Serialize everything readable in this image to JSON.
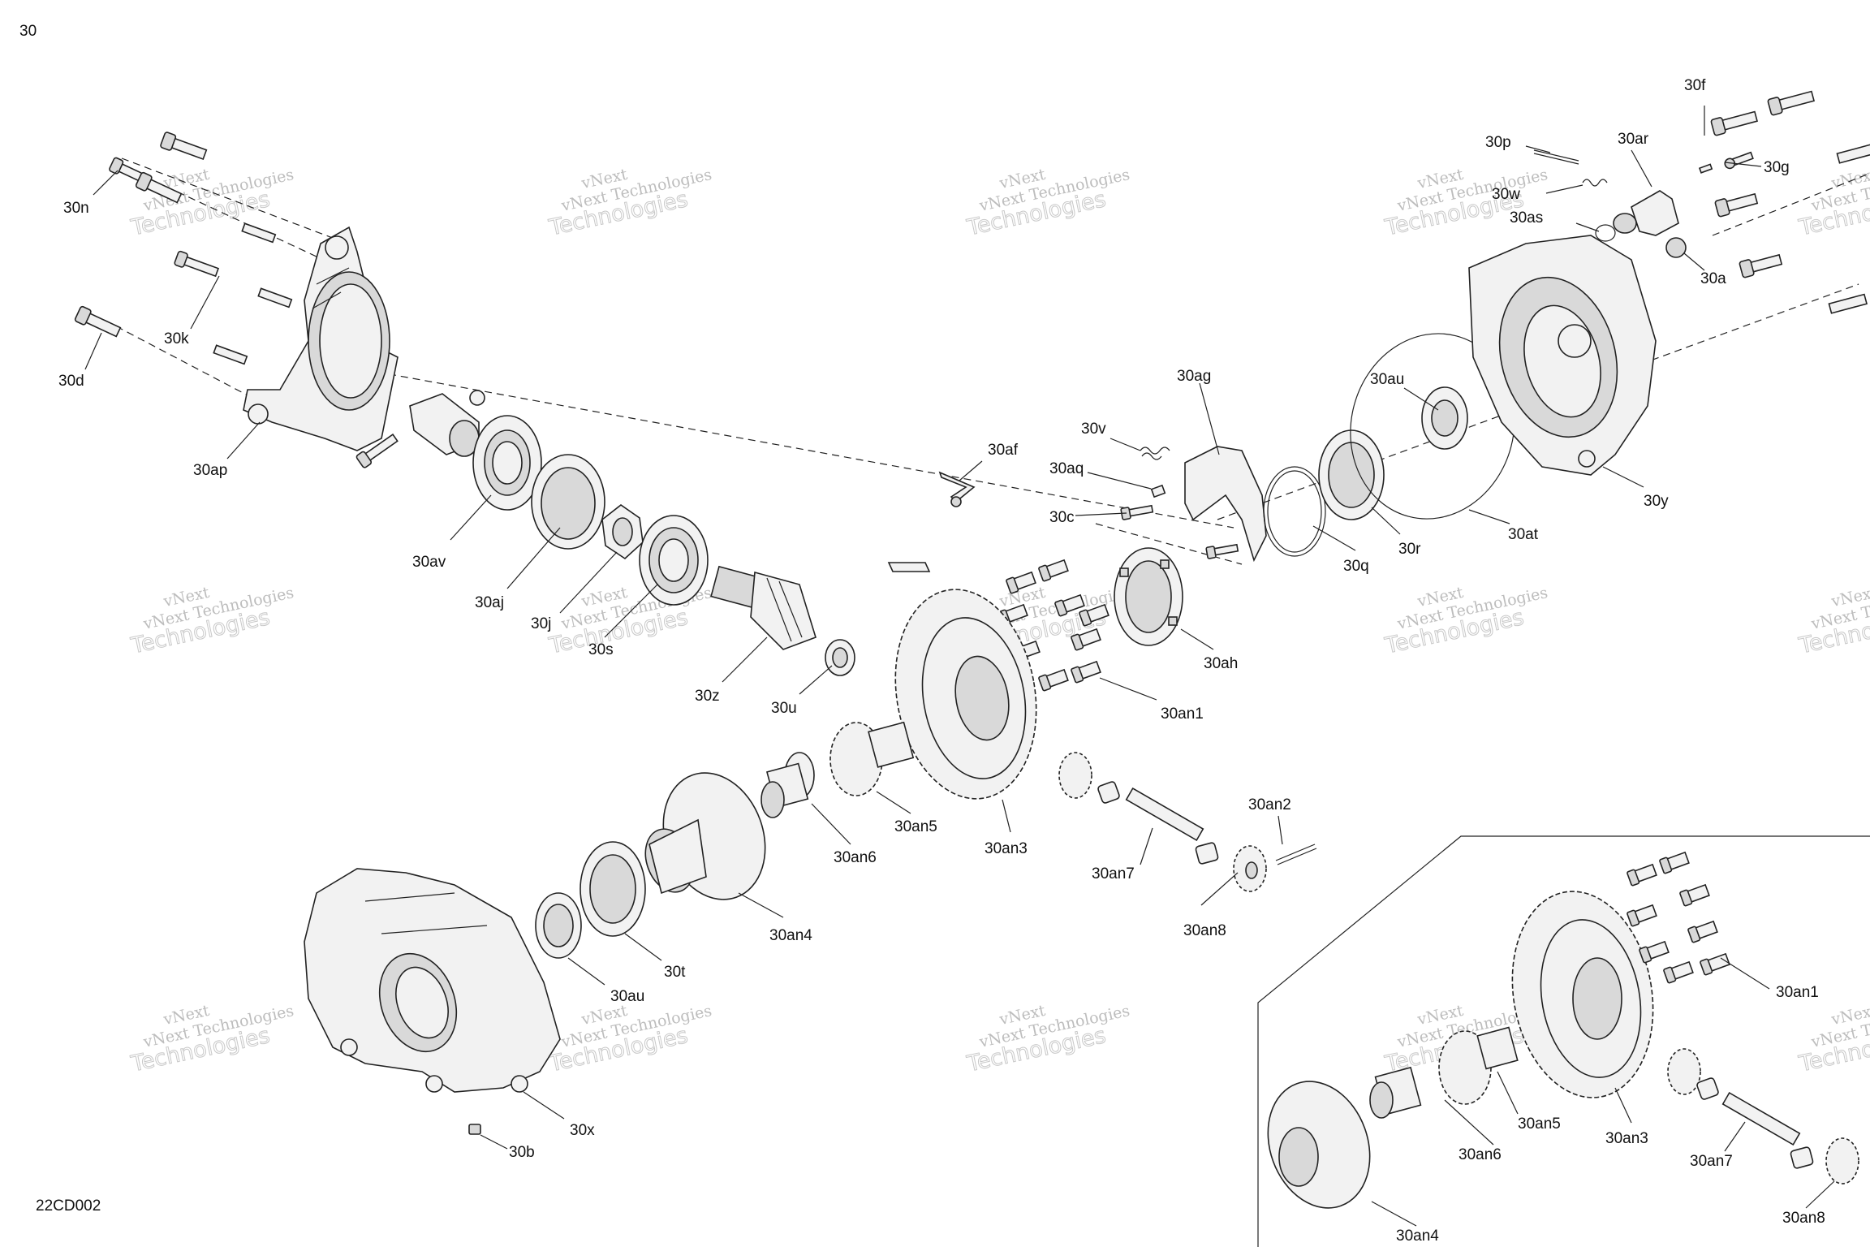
{
  "page": {
    "figure_number": "30",
    "drawing_code": "22CD002"
  },
  "watermark": {
    "line1": "vNext",
    "line2": "vNext Technologies",
    "line3": "Technologies"
  },
  "labels": {
    "l30n": "30n",
    "l30k": "30k",
    "l30d": "30d",
    "l30ap": "30ap",
    "l30av": "30av",
    "l30aj": "30aj",
    "l30j": "30j",
    "l30s": "30s",
    "l30z": "30z",
    "l30u": "30u",
    "l30f": "30f",
    "l30p": "30p",
    "l30ar": "30ar",
    "l30g": "30g",
    "l30w": "30w",
    "l30as": "30as",
    "l30a": "30a",
    "l30au_top": "30au",
    "l30ag": "30ag",
    "l30v": "30v",
    "l30af": "30af",
    "l30aq": "30aq",
    "l30c": "30c",
    "l30r": "30r",
    "l30q": "30q",
    "l30at": "30at",
    "l30y": "30y",
    "l30ah": "30ah",
    "l30an1": "30an1",
    "l30an2": "30an2",
    "l30an3": "30an3",
    "l30an5": "30an5",
    "l30an6": "30an6",
    "l30an4": "30an4",
    "l30an7": "30an7",
    "l30an8": "30an8",
    "l30t": "30t",
    "l30au_bot": "30au",
    "l30x": "30x",
    "l30b": "30b",
    "i30an1": "30an1",
    "i30an5": "30an5",
    "i30an3": "30an3",
    "i30an6": "30an6",
    "i30an7": "30an7",
    "i30an4": "30an4",
    "i30an8": "30an8"
  }
}
